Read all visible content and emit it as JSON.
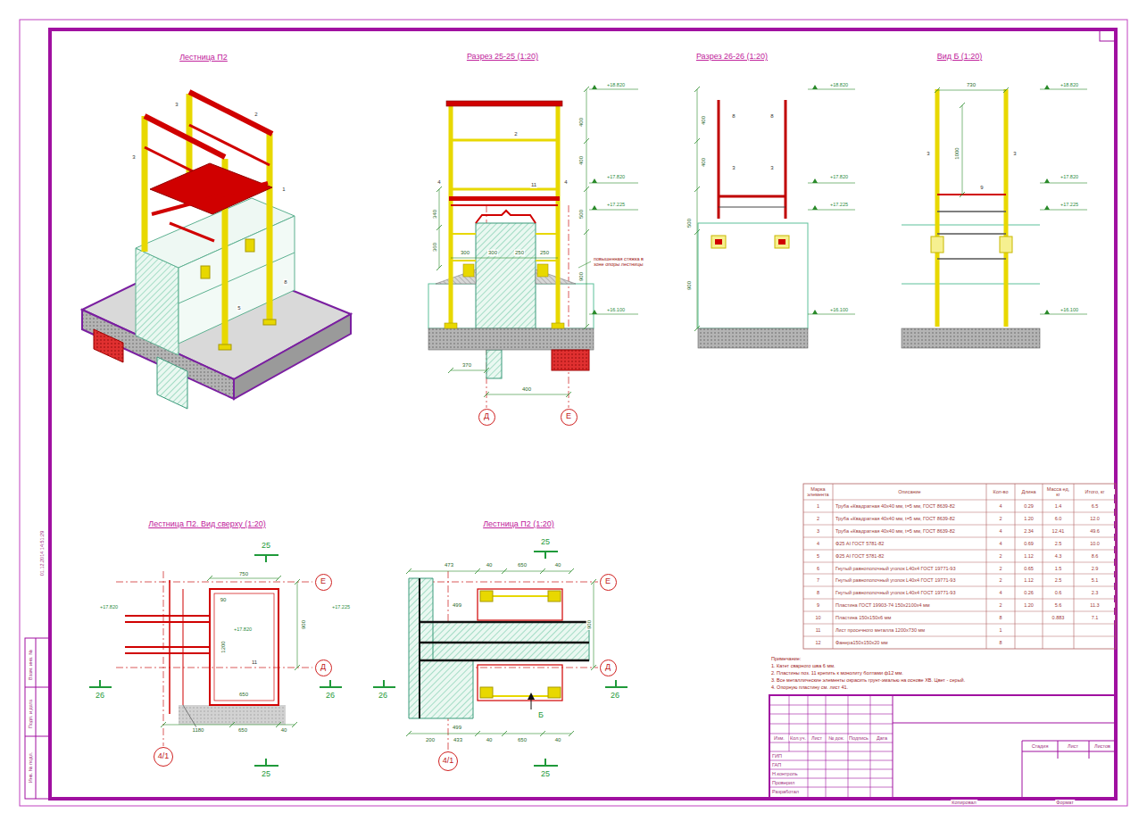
{
  "diagram": {
    "nodes": [
      {
        "text": [
          "Д"
        ]
      },
      {
        "text": [
          "Е"
        ]
      },
      {
        "text": [
          "Е"
        ]
      },
      {
        "text": [
          "Д"
        ]
      },
      {
        "text": [
          "4/1"
        ]
      },
      {
        "text": [
          "Е"
        ]
      },
      {
        "text": [
          "Д"
        ]
      },
      {
        "text": [
          "4/1"
        ]
      }
    ],
    "labels": [
      "Лестница П2",
      "Разрез 25-25 (1:20)",
      "Разрез 26-26 (1:20)",
      "Вид Б (1:20)",
      "Лестница П2. Вид сверху (1:20)",
      "Лестница П2 (1:20)",
      "+18.820",
      "+17.820",
      "+17.225",
      "+16.100",
      "+18.820",
      "+17.820",
      "+17.225",
      "+16.100",
      "+18.820",
      "+17.820",
      "+17.225",
      "+16.100",
      "400",
      "400",
      "500",
      "900",
      "340",
      "360",
      "300",
      "300",
      "250",
      "250",
      "370",
      "400",
      "повышенная стяжка в зоне опоры лестницы",
      "2",
      "11",
      "4",
      "4",
      "400",
      "400",
      "500",
      "900",
      "8",
      "8",
      "3",
      "3",
      "730",
      "1000",
      "3",
      "3",
      "9",
      "3",
      "3",
      "2",
      "1",
      "8",
      "5",
      "+17.820",
      "+17.820",
      "+17.225",
      "750",
      "90",
      "1200",
      "650",
      "1180",
      "650",
      "40",
      "900",
      "11",
      "25",
      "25",
      "26",
      "26",
      "473",
      "40",
      "650",
      "40",
      "499",
      "900",
      "499",
      "200",
      "433",
      "40",
      "650",
      "40",
      "25",
      "25",
      "26",
      "26",
      "Б",
      "Марка элемента",
      "Описание",
      "Кол-во",
      "Длина",
      "Масса ед, кг",
      "Итого, кг",
      "1",
      "Труба «Квадратная 40х40 мм, t=5 мм, ГОСТ 8639-82",
      "4",
      "0.29",
      "1.4",
      "6.5",
      "2",
      "Труба «Квадратная 40х40 мм, t=5 мм, ГОСТ 8639-82",
      "2",
      "1.20",
      "6.0",
      "12.0",
      "3",
      "Труба «Квадратная 40х40 мм, t=5 мм, ГОСТ 8639-82",
      "4",
      "2.34",
      "12.41",
      "49.6",
      "4",
      "Ф25 AI ГОСТ 5781-82",
      "4",
      "0.69",
      "2.5",
      "10.0",
      "5",
      "Ф25 AI ГОСТ 5781-82",
      "2",
      "1.12",
      "4.3",
      "8.6",
      "6",
      "Гнутый равнополочный уголок L40х4 ГОСТ 19771-93",
      "2",
      "0.65",
      "1.5",
      "2.9",
      "7",
      "Гнутый равнополочный уголок L40х4 ГОСТ 19771-93",
      "2",
      "1.12",
      "2.5",
      "5.1",
      "8",
      "Гнутый равнополочный уголок L40х4 ГОСТ 19771-93",
      "4",
      "0.26",
      "0.6",
      "2.3",
      "9",
      "Пластина ГОСТ 19903-74 150х2100х4 мм",
      "2",
      "1.20",
      "5.6",
      "11.3",
      "10",
      "Пластина 150х150х6 мм",
      "8",
      "0.883",
      "7.1",
      "11",
      "Лист просечного металла 1200х730 мм",
      "1",
      "12",
      "Фанера150х150х20 мм",
      "8",
      "Примечание:",
      "1. Катет сварного шва 6 мм.",
      "2. Пластины поз. 11 крепить к монолиту болтами ф12 мм.",
      "3. Все металлические элементы окрасить грунт-эмалью на основе ХВ. Цвет - серый.",
      "4. Опорную пластину см. лист 41.",
      "Изм.",
      "Кол.уч.",
      "Лист",
      "№ док.",
      "Подпись",
      "Дата",
      "ГИП",
      "ГАП",
      "Н.контроль",
      "Проверил",
      "Разработал",
      "Стадия",
      "Лист",
      "Листов",
      "Копировал",
      "Формат",
      "Взам. инв. №",
      "Подп. и дата",
      "Инв. № подл.",
      "01.12.2014 14:51:29"
    ]
  }
}
